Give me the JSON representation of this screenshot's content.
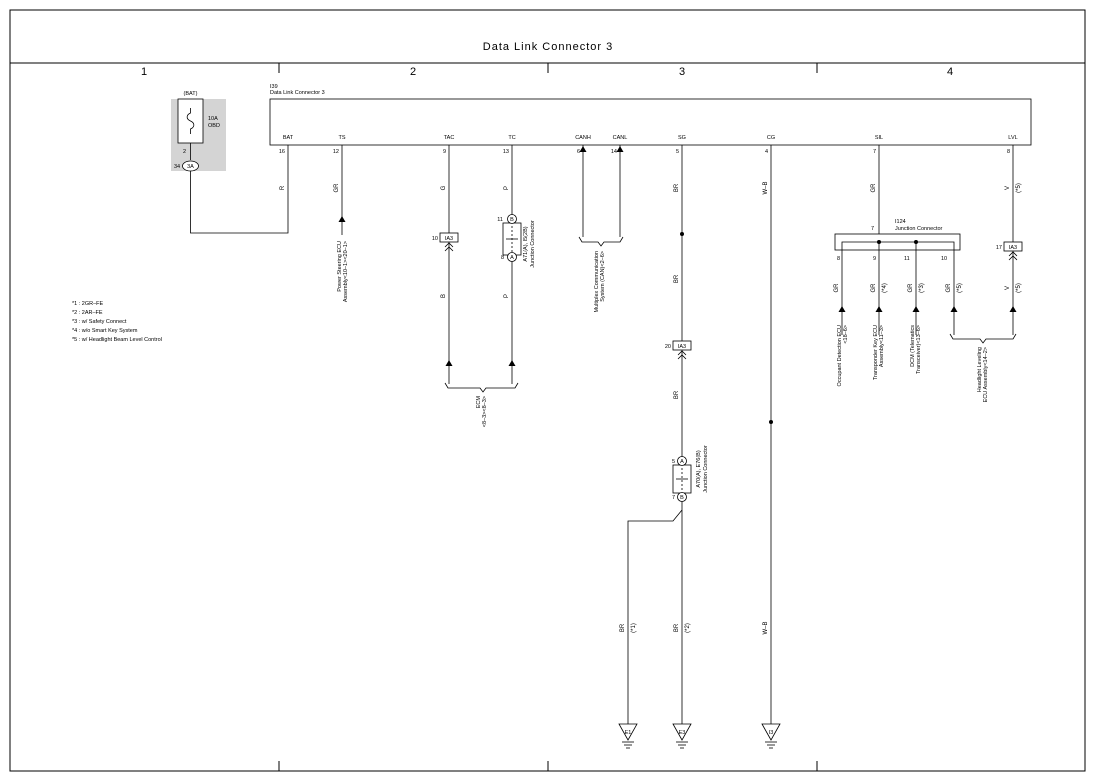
{
  "title": "Data Link Connector 3",
  "columns": [
    "1",
    "2",
    "3",
    "4"
  ],
  "dlc": {
    "id": "I39",
    "name": "Data Link Connector 3"
  },
  "fuse": {
    "source": "(BAT)",
    "rating": "10A",
    "name": "OBD",
    "pin_top": "2",
    "pin_left": "34",
    "connector": "3A"
  },
  "pins": [
    {
      "label": "BAT",
      "num": "16",
      "wire": "R"
    },
    {
      "label": "TS",
      "num": "12",
      "wire": "GR"
    },
    {
      "label": "TAC",
      "num": "9",
      "wire": "G"
    },
    {
      "label": "TC",
      "num": "13",
      "wire": "P"
    },
    {
      "label": "CANH",
      "num": "6"
    },
    {
      "label": "CANL",
      "num": "14"
    },
    {
      "label": "SG",
      "num": "5",
      "wire": "BR"
    },
    {
      "label": "CG",
      "num": "4",
      "wire": "W–B"
    },
    {
      "label": "SIL",
      "num": "7",
      "wire": "GR"
    },
    {
      "label": "LVL",
      "num": "8",
      "wire": "V",
      "note": "(*5)"
    }
  ],
  "ia3": [
    {
      "pin": "10",
      "code": "IA3"
    },
    {
      "pin": "20",
      "code": "IA3"
    },
    {
      "pin": "17",
      "code": "IA3"
    }
  ],
  "jc_a71": {
    "label1": "A71(A), I5(2B)",
    "label2": "Junction Connector",
    "pin_top": "11",
    "pin_bot": "8",
    "letter_top": "B",
    "letter_bot": "A"
  },
  "jc_a70": {
    "label1": "A70(A), E76(B)",
    "label2": "Junction Connector",
    "pin_top": "5",
    "pin_bot": "7",
    "letter_top": "A",
    "letter_bot": "B"
  },
  "jc_i124": {
    "id": "I124",
    "name": "Junction Connector",
    "pin_top": "7",
    "pins": [
      "8",
      "9",
      "11",
      "10"
    ]
  },
  "wires": {
    "tac_lower": "B",
    "tc_lower": "P",
    "sg_mid": "BR",
    "sg_low": "BR",
    "e1": "BR",
    "e1_note": "(*1)",
    "e3": "BR",
    "e3_note": "(*2)",
    "cg_low": "W–B",
    "i124_8": "GR",
    "i124_9": "GR",
    "i124_9_note": "(*4)",
    "i124_11": "GR",
    "i124_11_note": "(*3)",
    "i124_10": "GR",
    "i124_10_note": "(*5)",
    "lvl_low": "V",
    "lvl_low_note": "(*5)"
  },
  "destinations": {
    "ps_ecu": [
      "Power Steering ECU",
      "Assembly<10–1><20–1>"
    ],
    "ecm": [
      "ECM",
      "<8–3><8–3>"
    ],
    "can": [
      "Multiplex Communication",
      "System (CAN)<2–6>"
    ],
    "occupant": [
      "Occupant Detection ECU",
      "<18–6>"
    ],
    "transponder": [
      "Transponder Key ECU",
      "Assembly<11–3>"
    ],
    "dcm": [
      "DCM (Telematics",
      "Transceiver)<13–6>"
    ],
    "headlight": [
      "Headlight Leveling",
      "ECU Assembly<14–2>"
    ]
  },
  "grounds": [
    "E1",
    "E3",
    "I3"
  ],
  "notes": [
    "*1 : 2GR–FE",
    "*2 : 2AR–FE",
    "*3 : w/ Safety Connect",
    "*4 : w/o Smart Key System",
    "*5 : w/ Headlight Beam Level Control"
  ]
}
